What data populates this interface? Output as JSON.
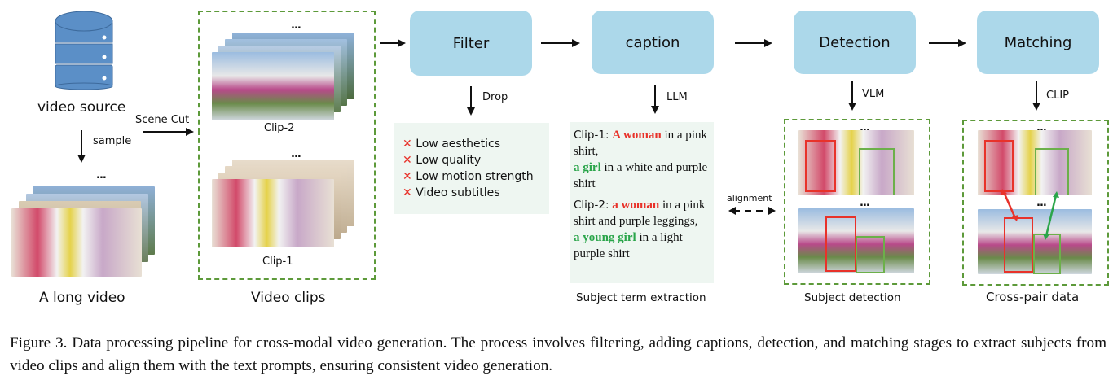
{
  "diagram": {
    "source": {
      "label": "video source",
      "sample_label": "sample",
      "scene_cut_label": "Scene Cut",
      "long_video_label": "A long video",
      "ellipsis": "..."
    },
    "clips": {
      "title": "Video clips",
      "items": [
        {
          "label": "Clip-2"
        },
        {
          "label": "Clip-1"
        }
      ],
      "ellipsis": "..."
    },
    "stages": [
      {
        "label": "Filter",
        "down_label": "Drop"
      },
      {
        "label": "caption",
        "down_label": "LLM"
      },
      {
        "label": "Detection",
        "down_label": "VLM"
      },
      {
        "label": "Matching",
        "down_label": "CLIP"
      }
    ],
    "drop_reasons": [
      "Low aesthetics",
      "Low quality",
      "Low motion strength",
      "Video subtitles"
    ],
    "drop_icon": "x-mark-icon",
    "captions": {
      "clip1": {
        "prefix": "Clip-1:",
        "subject1": "A woman",
        "text1": " in a pink shirt,",
        "subject2": "a girl",
        "text2": " in a white and purple shirt"
      },
      "clip2": {
        "prefix": "Clip-2:",
        "subject1": "a woman",
        "text1": " in a pink shirt and purple leggings,",
        "subject2": "a young girl",
        "text2": " in a light purple shirt"
      },
      "title": "Subject term extraction"
    },
    "alignment_label": "alignment",
    "detection_title": "Subject detection",
    "matching_title": "Cross-pair data",
    "colors": {
      "stage_fill": "#acd8ea",
      "dashed_border": "#5d9a3a",
      "subject_red": "#e8322a",
      "subject_green": "#2aa54a",
      "panel_fill": "#eef6f1",
      "db_blue": "#5b8fc7"
    }
  },
  "figure_caption": "Figure 3.  Data processing pipeline for cross-modal video generation.  The process involves filtering, adding captions, detection, and matching stages to extract subjects from video clips and align them with the text prompts, ensuring consistent video generation."
}
